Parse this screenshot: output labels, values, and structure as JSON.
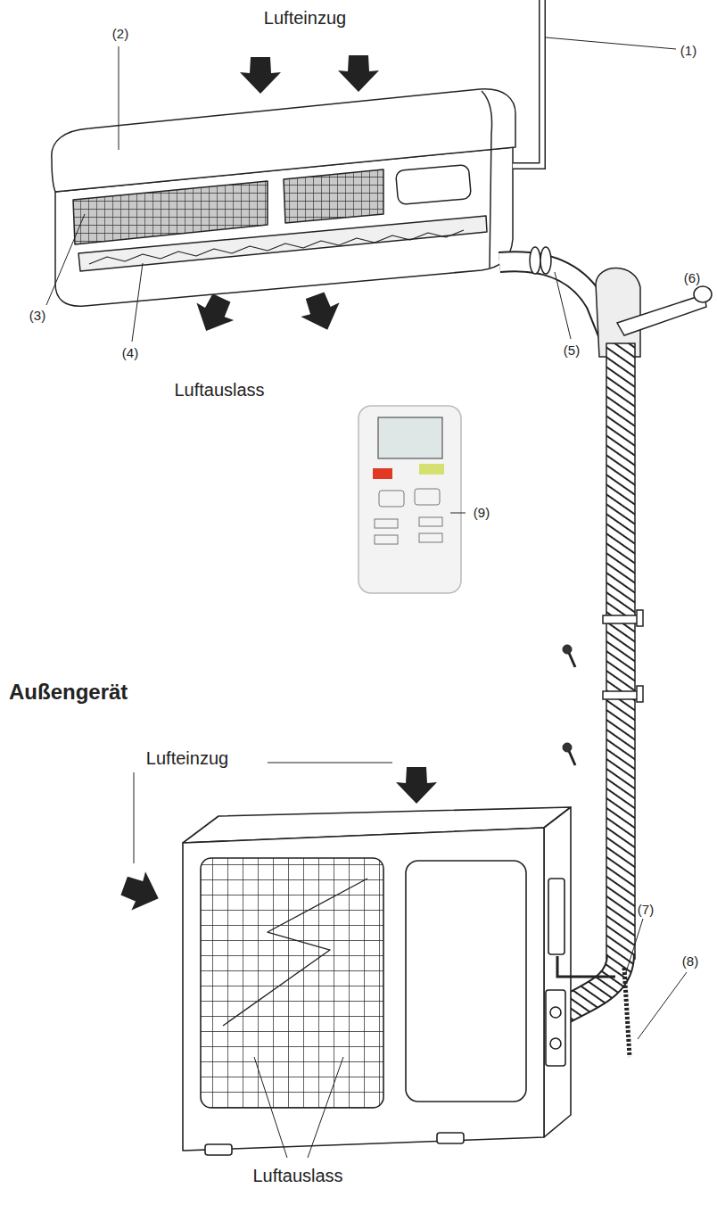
{
  "diagram": {
    "labels": [
      "(2)",
      "Lufteinzug",
      "(1)",
      "(3)",
      "(4)",
      "(5)",
      "(6)",
      "Luftauslass",
      "(9)",
      "Außengerät",
      "Lufteinzug",
      "(7)",
      "(8)",
      "Luftauslass"
    ]
  }
}
